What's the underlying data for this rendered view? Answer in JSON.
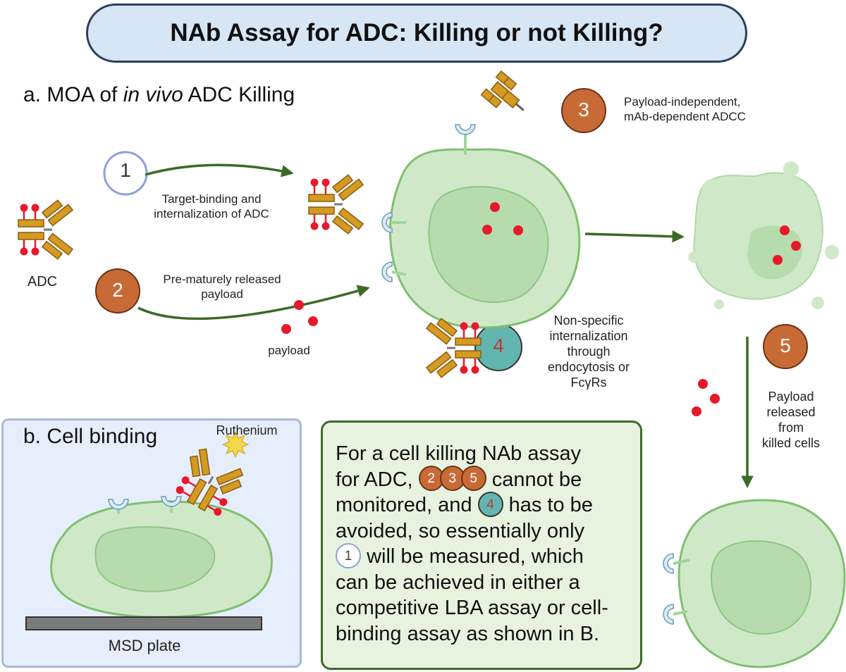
{
  "title": "NAb Assay for ADC: Killing or not Killing?",
  "section_a": {
    "prefix": "a. MOA of ",
    "italic": "in vivo",
    "suffix": " ADC Killing"
  },
  "section_b": {
    "heading": "b. Cell binding",
    "ruthenium": "Ruthenium",
    "plate": "MSD plate"
  },
  "labels": {
    "adc": "ADC",
    "payload": "payload",
    "step1_line1": "Target-binding and",
    "step1_line2": "internalization of ADC",
    "step2_line1": "Pre-maturely released",
    "step2_line2": "payload",
    "step3_line1": "Payload-independent,",
    "step3_line2": "mAb-dependent ADCC",
    "step4_line1": "Non-specific",
    "step4_line2": "internalization",
    "step4_line3": "through",
    "step4_line4": "endocytosis or",
    "step4_line5": "FcγRs",
    "step5_line1": "Payload",
    "step5_line2": "released",
    "step5_line3": "from",
    "step5_line4": "killed cells"
  },
  "markers": {
    "m1": "1",
    "m2": "2",
    "m3": "3",
    "m4": "4",
    "m5": "5"
  },
  "note": {
    "l1": "For a cell killing NAb assay",
    "l2a": "for ADC,",
    "l2b": "cannot be",
    "l3a": "monitored, and",
    "l3b": "has to be",
    "l4": "avoided, so essentially only",
    "l5": "will be measured, which",
    "l6": "can be achieved in either a",
    "l7": "competitive LBA assay or cell-",
    "l8": "binding assay as shown in B."
  },
  "colors": {
    "orange": "#c86a36",
    "teal": "#63b6b0",
    "arrow": "#3b6a26",
    "payload": "#e8192c",
    "antibody": "#d49a22",
    "cell": "#c7e6c0",
    "cell_edge": "#7fbf70"
  }
}
